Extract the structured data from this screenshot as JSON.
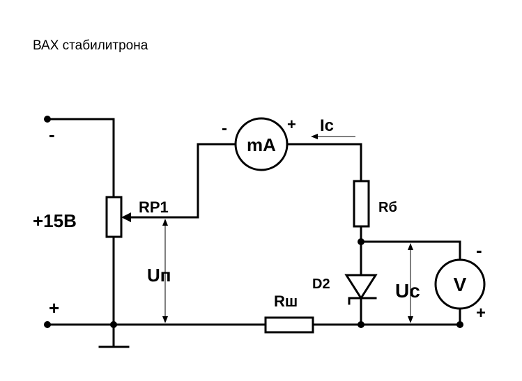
{
  "title": "ВАХ стабилитрона",
  "labels": {
    "source_minus": "-",
    "source_voltage": "+15В",
    "source_plus": "+",
    "potentiometer": "RP1",
    "voltage_up": "Uп",
    "ammeter": "mA",
    "ammeter_minus": "-",
    "ammeter_plus": "+",
    "current": "Ic",
    "resistor_rb": "Rб",
    "zener": "D2",
    "voltage_uc": "Uc",
    "voltmeter": "V",
    "voltmeter_minus": "-",
    "voltmeter_plus": "+",
    "shunt": "Rш"
  }
}
